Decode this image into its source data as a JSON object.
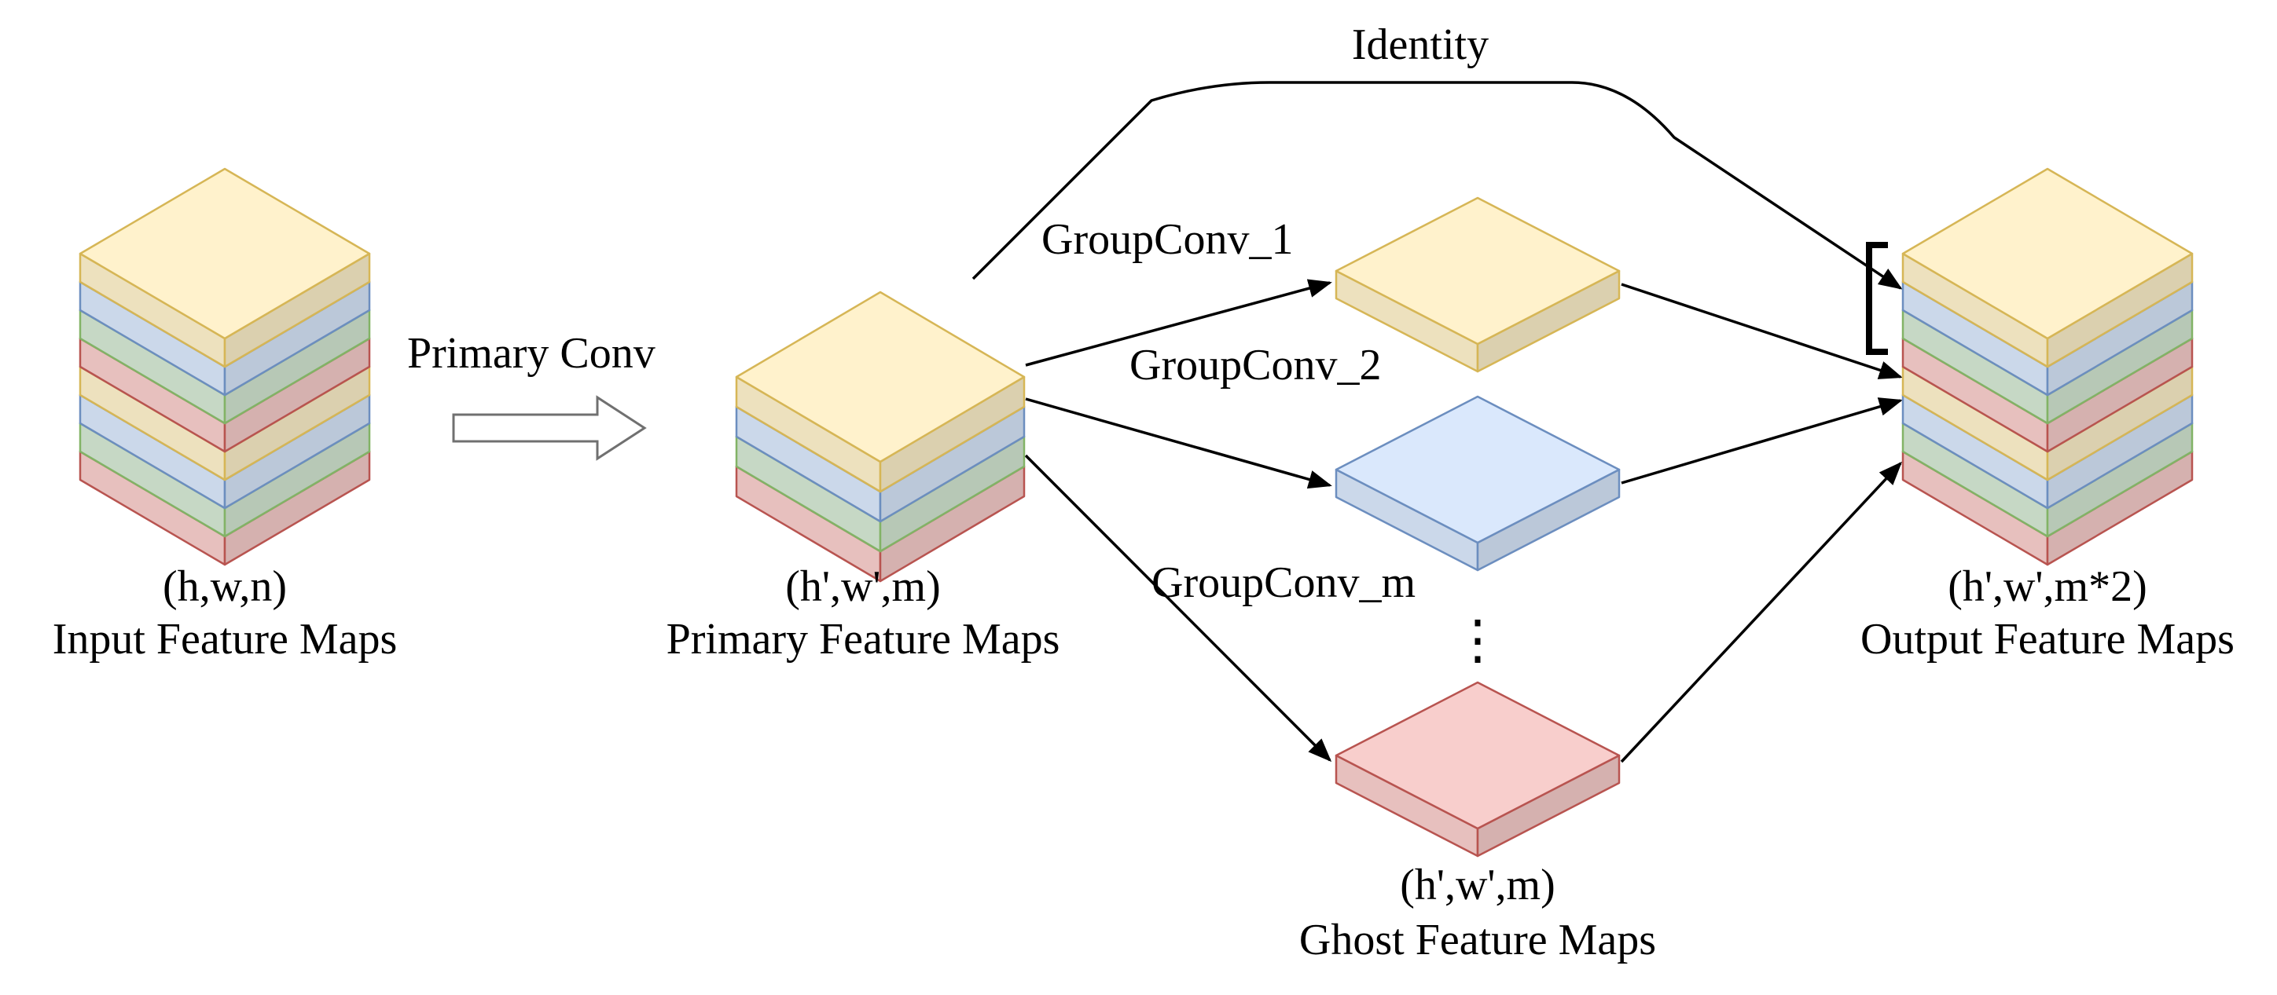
{
  "colors": {
    "yellow_fill": "#fff2cc",
    "yellow_stroke": "#d6b656",
    "blue_fill": "#dae8fc",
    "blue_stroke": "#6c8ebf",
    "green_fill": "#d5e8d4",
    "green_stroke": "#82b366",
    "red_fill": "#f8cecc",
    "red_stroke": "#b85450"
  },
  "input": {
    "dims": "(h,w,n)",
    "title": "Input Feature Maps"
  },
  "primary_conv": {
    "label": "Primary Conv"
  },
  "primary": {
    "dims": "(h',w',m)",
    "title": "Primary Feature Maps"
  },
  "identity": {
    "label": "Identity"
  },
  "group_convs": [
    {
      "label": "GroupConv_1"
    },
    {
      "label": "GroupConv_2"
    },
    {
      "label": "GroupConv_m"
    }
  ],
  "ghost": {
    "dims": "(h',w',m)",
    "title": "Ghost Feature Maps",
    "ellipsis": "⋮"
  },
  "output": {
    "dims": "(h',w',m*2)",
    "title": "Output Feature Maps"
  }
}
